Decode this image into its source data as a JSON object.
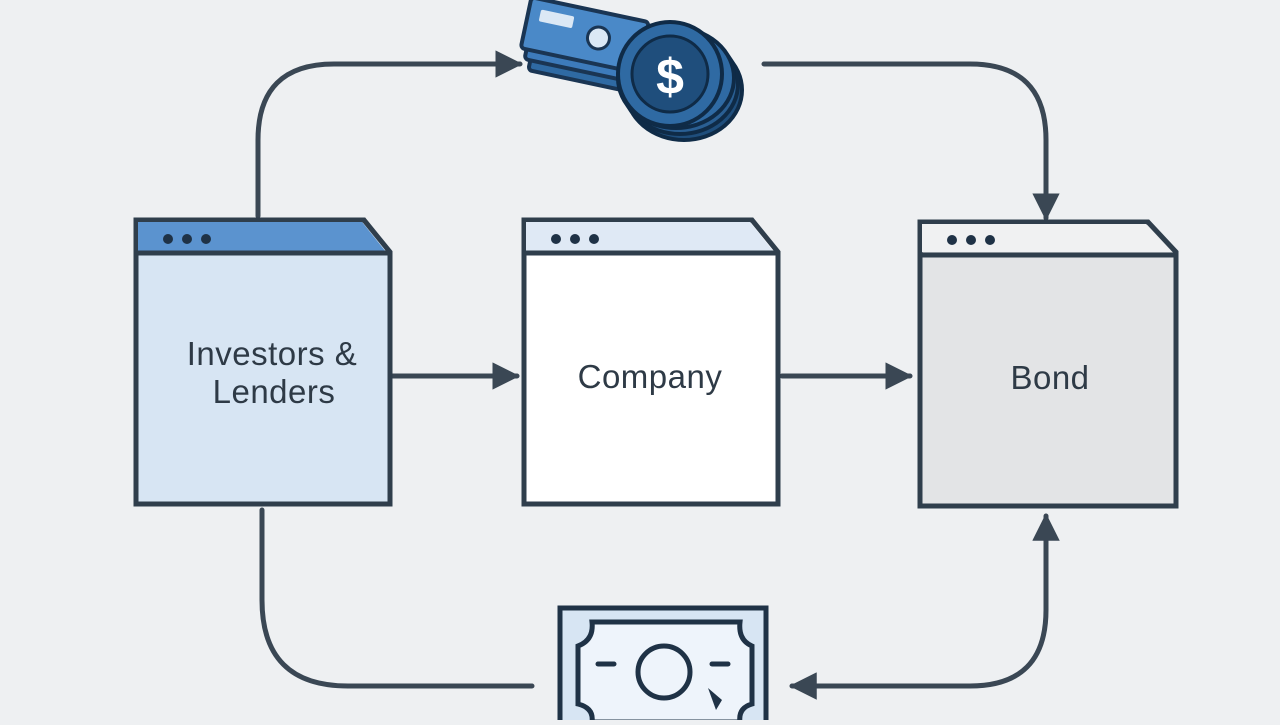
{
  "diagram": {
    "nodes": [
      {
        "id": "investors",
        "label_lines": [
          "Investors &",
          "Lenders"
        ]
      },
      {
        "id": "company",
        "label_lines": [
          "Company"
        ]
      },
      {
        "id": "bond",
        "label_lines": [
          "Bond"
        ]
      }
    ],
    "icons": {
      "top": "money-stack-with-coins-icon",
      "bottom": "banknote-icon"
    },
    "colors": {
      "background": "#eef0f2",
      "outline": "#2f3e4c",
      "investors_fill": "#d7e5f3",
      "company_fill": "#ffffff",
      "bond_fill": "#e3e4e6",
      "titlebar_blue": "#5b93cf",
      "titlebar_light": "#dfe9f5",
      "titlebar_grey": "#f0f1f2",
      "icon_dark_blue": "#1f4e7c",
      "icon_mid_blue": "#2f6aa3",
      "arrow": "#3a4754"
    }
  }
}
